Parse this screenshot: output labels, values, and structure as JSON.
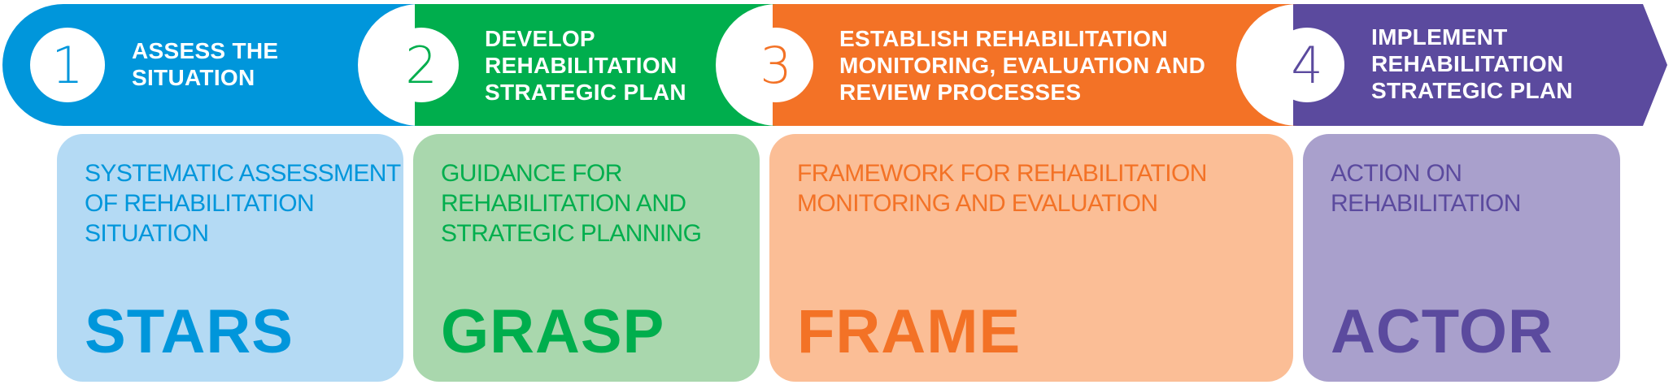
{
  "colors": {
    "blue": "#0096DB",
    "green": "#00AE4D",
    "orange": "#F37226",
    "purple": "#5B4A9E",
    "blue_light": "#B4DAF4",
    "green_light": "#A9D7AD",
    "orange_light": "#FBBE96",
    "purple_light": "#A9A0CC"
  },
  "steps": [
    {
      "number": "1",
      "title_lines": [
        "ASSESS THE",
        "SITUATION"
      ],
      "description_lines": [
        "SYSTEMATIC ASSESSMENT",
        "OF REHABILITATION",
        "SITUATION"
      ],
      "tool": "STARS"
    },
    {
      "number": "2",
      "title_lines": [
        "DEVELOP",
        "REHABILITATION",
        "STRATEGIC PLAN"
      ],
      "description_lines": [
        "GUIDANCE FOR",
        "REHABILITATION AND",
        "STRATEGIC PLANNING"
      ],
      "tool": "GRASP"
    },
    {
      "number": "3",
      "title_lines": [
        "ESTABLISH REHABILITATION",
        "MONITORING, EVALUATION AND",
        "REVIEW PROCESSES"
      ],
      "description_lines": [
        "FRAMEWORK FOR REHABILITATION",
        "MONITORING AND EVALUATION"
      ],
      "tool": "FRAME"
    },
    {
      "number": "4",
      "title_lines": [
        "IMPLEMENT",
        "REHABILITATION",
        "STRATEGIC PLAN"
      ],
      "description_lines": [
        "ACTION ON",
        "REHABILITATION"
      ],
      "tool": "ACTOR"
    }
  ]
}
